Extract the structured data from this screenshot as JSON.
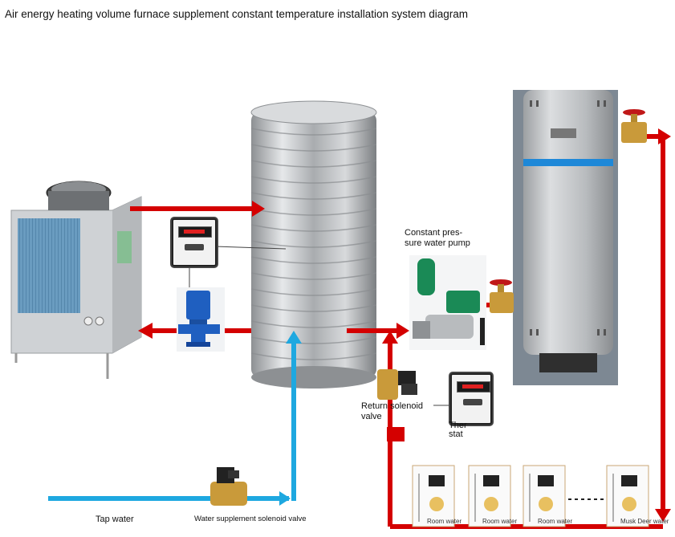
{
  "title": "Air energy heating volume furnace supplement constant temperature installation system diagram",
  "labels": {
    "pump_const_line1": "Constant pres-",
    "pump_const_line2": "sure water pump",
    "return_valve_line1": "Return solenoid",
    "return_valve_line2": "valve",
    "thermostat_line1": "Ther",
    "thermostat_line2": "stat",
    "tap_water": "Tap water",
    "supplement_valve": "Water supplement solenoid valve"
  },
  "rooms": [
    {
      "label": "Room water"
    },
    {
      "label": "Room water"
    },
    {
      "label": "Room water"
    },
    {
      "label": "Musk Deer water"
    }
  ],
  "colors": {
    "hot_pipe": "#d40000",
    "cold_pipe": "#1ea8e0",
    "tank_steel": "#b9bcbf",
    "heat_pump_body": "#d7d9db",
    "fin_blue": "#6a9cc0",
    "tank_stripe": "#1e88d8",
    "valve_red": "#c01818",
    "brass": "#c99a3a",
    "pump_blue": "#1f5fc0",
    "pump_green": "#1a8a56"
  },
  "icons": [
    "heat-pump-unit",
    "stainless-water-tank",
    "circulation-pump-icon",
    "controller-icon",
    "pressure-pump-icon",
    "gate-valve-icon",
    "solenoid-valve-icon",
    "volume-furnace-icon",
    "faucet-icon"
  ]
}
